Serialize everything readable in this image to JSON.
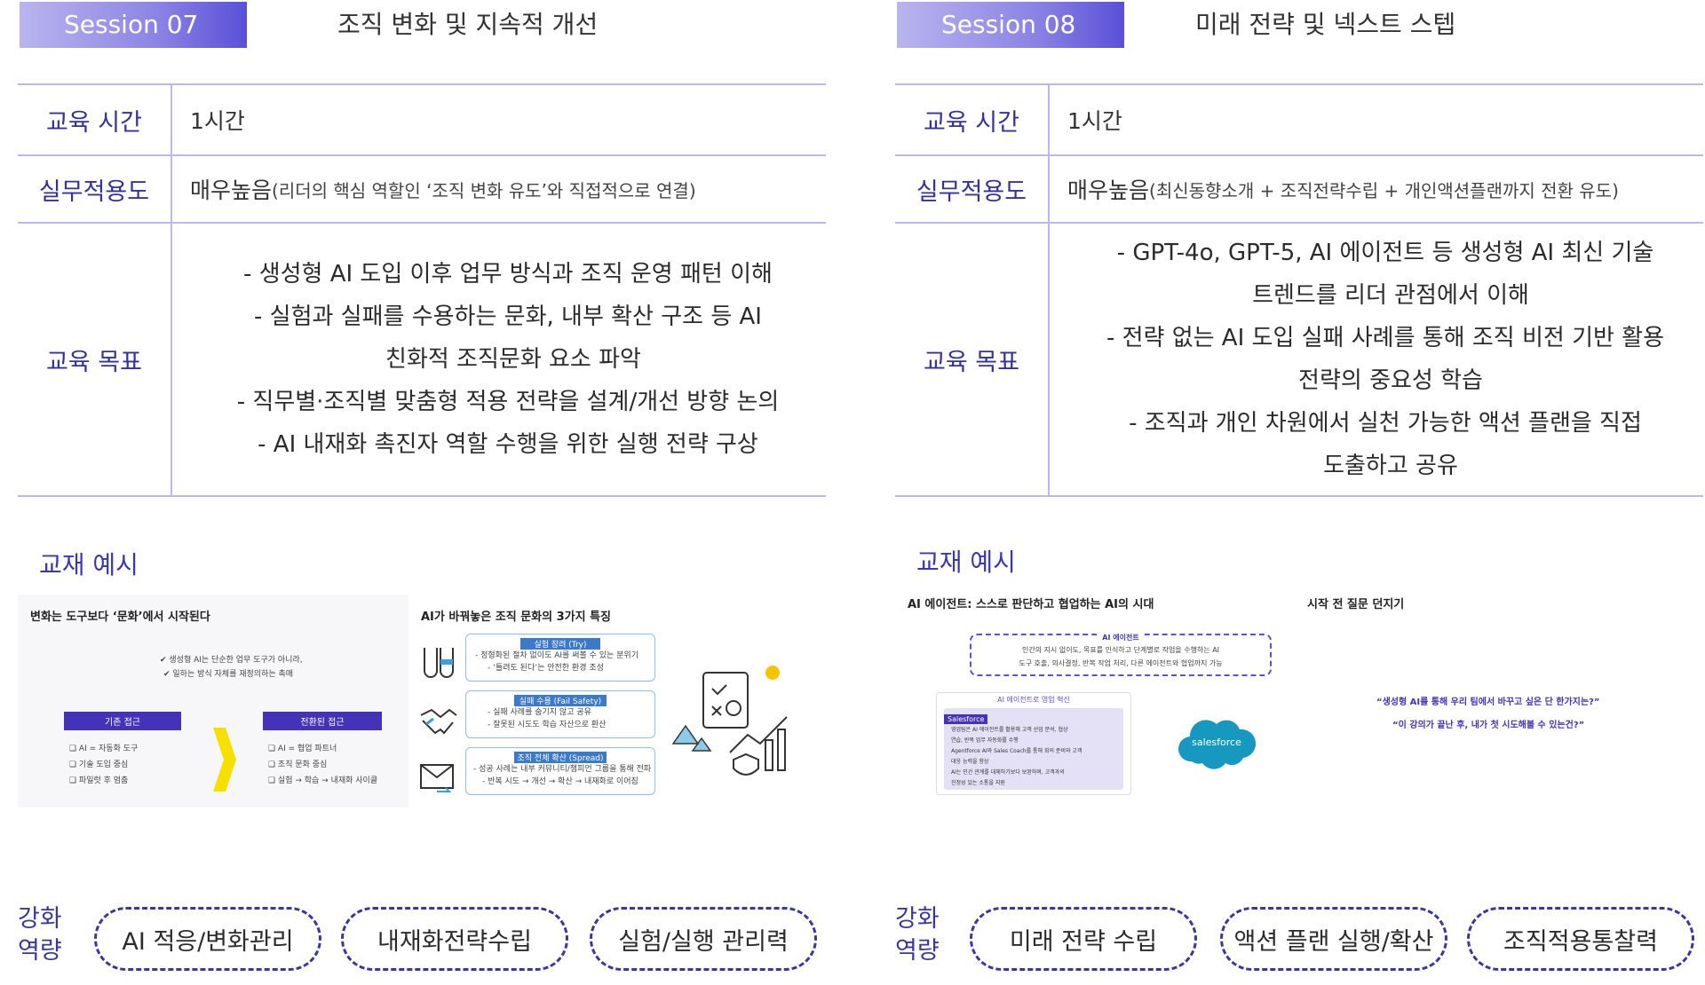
{
  "sessions": [
    {
      "tag": "Session 07",
      "title": "조직 변화 및 지속적 개선",
      "rows": {
        "time_label": "교육 시간",
        "time_value": "1시간",
        "apply_label": "실무적용도",
        "apply_value": "매우높음",
        "apply_note": "(리더의 핵심 역할인 ‘조직 변화 유도’와 직접적으로 연결)",
        "goal_label": "교육 목표"
      },
      "goals": [
        "- 생성형 AI 도입 이후 업무 방식과 조직 운영 패턴 이해",
        "- 실험과 실패를 수용하는 문화, 내부 확산 구조 등 AI",
        "친화적 조직문화 요소 파악",
        "- 직무별·조직별 맞춤형 적용 전략을 설계/개선 방향 논의",
        "- AI 내재화 촉진자 역할 수행을 위한 실행 전략 구상"
      ],
      "material_heading": "교재 예시",
      "thumb1": {
        "title": "변화는 도구보다 ‘문화’에서 시작된다",
        "check1": "✔ 생성형 AI는 단순한 업무 도구가 아니라,",
        "check2": "✔ 일하는 방식 자체를 재정의하는 촉매",
        "left_head": "기존 접근",
        "left_items": [
          "❏  AI = 자동화 도구",
          "❏  기술 도입 중심",
          "❏  파일럿 후 멈춤"
        ],
        "right_head": "전환된 접근",
        "right_items": [
          "❏  AI = 협업 파트너",
          "❏  조직 문화 중심",
          "❏  실험 → 학습 → 내재화 사이클"
        ]
      },
      "thumb2": {
        "title": "AI가 바꿔놓은 조직 문화의 3가지 특징",
        "items": [
          {
            "head": "실험 장려 (Try)",
            "l1": "-  정형화된 절차 없이도 AI를 써볼 수 있는 분위기",
            "l2": "-  ‘틀려도 된다’는 안전한 환경 조성"
          },
          {
            "head": "실패 수용 (Fail Safety)",
            "l1": "-  실패 사례를 숨기지 않고 공유",
            "l2": "-  잘못된 시도도 학습 자산으로 환산"
          },
          {
            "head": "조직 전체 확산 (Spread)",
            "l1": "-  성공 사례는 내부 커뮤니티/챔피언 그룹을 통해 전파",
            "l2": "-  반복 시도 → 개선 → 확산 → 내재화로 이어짐"
          }
        ]
      },
      "comp_label_1": "강화",
      "comp_label_2": "역량",
      "competencies": [
        "AI 적응/변화관리",
        "내재화전략수립",
        "실험/실행 관리력"
      ]
    },
    {
      "tag": "Session 08",
      "title": "미래 전략 및 넥스트 스텝",
      "rows": {
        "time_label": "교육 시간",
        "time_value": "1시간",
        "apply_label": "실무적용도",
        "apply_value": "매우높음",
        "apply_note": "(최신동향소개 + 조직전략수립 + 개인액션플랜까지 전환 유도)",
        "goal_label": "교육 목표"
      },
      "goals": [
        "- GPT-4o, GPT-5, AI 에이전트 등 생성형 AI 최신 기술",
        "트렌드를 리더 관점에서 이해",
        "- 전략 없는 AI 도입 실패 사례를 통해 조직 비전 기반 활용",
        "전략의 중요성 학습",
        "- 조직과 개인 차원에서 실천 가능한 액션 플랜을 직접",
        "도출하고 공유"
      ],
      "material_heading": "교재 예시",
      "thumb1": {
        "title": "AI 에이전트: 스스로 판단하고 협업하는 AI의 시대",
        "agent_head": "AI 에이전트",
        "agent_l1": "인간의 지시 없이도, 목표를 인식하고 단계별로 작업을 수행하는 AI",
        "agent_l2": "도구 호출, 의사결정, 반복 작업 처리, 다른 에이전트와 협업까지 가능",
        "case_head": "AI 에이전트로 영업 혁신",
        "case_brand": "Salesforce",
        "case_items": [
          "영업팀은 AI 에이전트를 활용해 고객 산업 분석, 협상",
          "연습, 반복 업무 자동화를 수행",
          "Agentforce AI와 Sales Coach를 통해 회의 준비와 고객",
          "대응 능력을 향상",
          "AI는 인간 관계를 대체하기보다 보완하며, 고객과의",
          "진정성 있는 소통을 지원"
        ],
        "logo": "salesforce"
      },
      "thumb2": {
        "title": "시작 전 질문 던지기",
        "q1": "“생성형 AI를 통해 우리 팀에서 바꾸고 싶은 단 한가지는?”",
        "q2": "“이 강의가 끝난 후, 내가 첫 시도해볼 수 있는건?”"
      },
      "comp_label_1": "강화",
      "comp_label_2": "역량",
      "competencies": [
        "미래 전략 수립",
        "액션 플랜 실행/확산",
        "조직적용통찰력"
      ]
    }
  ]
}
